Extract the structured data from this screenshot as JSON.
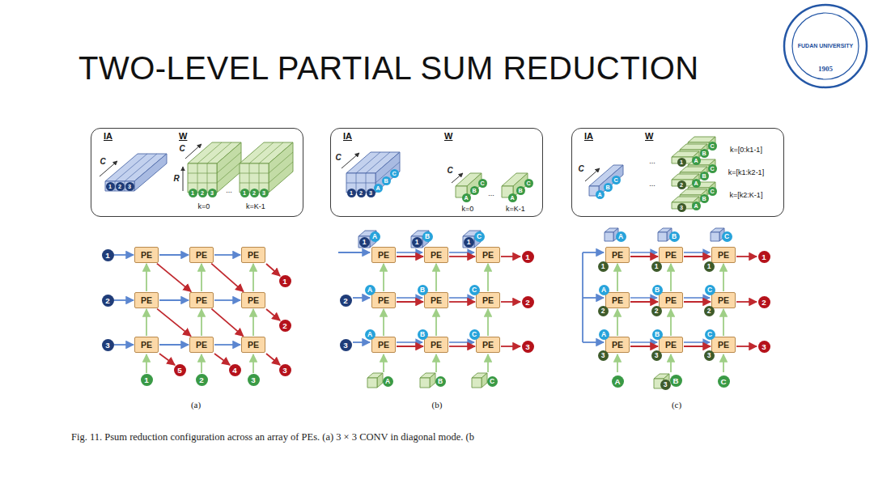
{
  "diagram": {
    "title": "TWO-LEVEL PARTIAL SUM REDUCTION",
    "caption": "Fig. 11. Psum reduction configuration across an array of PEs. (a) 3 × 3 CONV in diagonal mode. (b",
    "nodes": [
      {
        "text": [
          "IA",
          "W"
        ]
      },
      {
        "text": [
          "IA",
          "W"
        ]
      },
      {
        "text": [
          "IA",
          "W"
        ]
      },
      {
        "text": [
          "PE"
        ]
      },
      {
        "text": [
          "PE"
        ]
      },
      {
        "text": [
          "PE"
        ]
      },
      {
        "text": [
          "PE"
        ]
      },
      {
        "text": [
          "PE"
        ]
      },
      {
        "text": [
          "PE"
        ]
      },
      {
        "text": [
          "PE"
        ]
      },
      {
        "text": [
          "PE"
        ]
      },
      {
        "text": [
          "PE"
        ]
      },
      {
        "text": [
          "PE"
        ]
      },
      {
        "text": [
          "PE"
        ]
      },
      {
        "text": [
          "PE"
        ]
      },
      {
        "text": [
          "PE"
        ]
      },
      {
        "text": [
          "PE"
        ]
      },
      {
        "text": [
          "PE"
        ]
      },
      {
        "text": [
          "PE"
        ]
      },
      {
        "text": [
          "PE"
        ]
      },
      {
        "text": [
          "PE"
        ]
      },
      {
        "text": [
          "PE"
        ]
      },
      {
        "text": [
          "PE"
        ]
      },
      {
        "text": [
          "PE"
        ]
      },
      {
        "text": [
          "PE"
        ]
      },
      {
        "text": [
          "PE"
        ]
      },
      {
        "text": [
          "PE"
        ]
      },
      {
        "text": [
          "PE"
        ]
      },
      {
        "text": [
          "PE"
        ]
      },
      {
        "text": [
          "PE"
        ]
      }
    ],
    "edges": [
      {
        "from": 3,
        "to": 4,
        "arrow": "to"
      },
      {
        "from": 4,
        "to": 5,
        "arrow": "to"
      },
      {
        "from": 6,
        "to": 7,
        "arrow": "to"
      },
      {
        "from": 7,
        "to": 8,
        "arrow": "to"
      },
      {
        "from": 9,
        "to": 10,
        "arrow": "to"
      },
      {
        "from": 10,
        "to": 11,
        "arrow": "to"
      },
      {
        "from": 6,
        "to": 3,
        "arrow": "to"
      },
      {
        "from": 7,
        "to": 4,
        "arrow": "to"
      },
      {
        "from": 8,
        "to": 5,
        "arrow": "to"
      },
      {
        "from": 9,
        "to": 6,
        "arrow": "to"
      },
      {
        "from": 10,
        "to": 7,
        "arrow": "to"
      },
      {
        "from": 11,
        "to": 8,
        "arrow": "to"
      },
      {
        "from": 3,
        "to": 7,
        "arrow": "to"
      },
      {
        "from": 7,
        "to": 11,
        "arrow": "to"
      },
      {
        "from": 4,
        "to": 8,
        "arrow": "to"
      },
      {
        "from": 6,
        "to": 10,
        "arrow": "to"
      },
      {
        "from": 12,
        "to": 13,
        "arrow": "to"
      },
      {
        "from": 13,
        "to": 14,
        "arrow": "to"
      },
      {
        "from": 15,
        "to": 16,
        "arrow": "to"
      },
      {
        "from": 16,
        "to": 17,
        "arrow": "to"
      },
      {
        "from": 18,
        "to": 19,
        "arrow": "to"
      },
      {
        "from": 19,
        "to": 20,
        "arrow": "to"
      },
      {
        "from": 15,
        "to": 12,
        "arrow": "to"
      },
      {
        "from": 16,
        "to": 13,
        "arrow": "to"
      },
      {
        "from": 17,
        "to": 14,
        "arrow": "to"
      },
      {
        "from": 18,
        "to": 15,
        "arrow": "to"
      },
      {
        "from": 19,
        "to": 16,
        "arrow": "to"
      },
      {
        "from": 20,
        "to": 17,
        "arrow": "to"
      },
      {
        "from": 21,
        "to": 22,
        "arrow": "to"
      },
      {
        "from": 22,
        "to": 23,
        "arrow": "to"
      },
      {
        "from": 24,
        "to": 25,
        "arrow": "to"
      },
      {
        "from": 25,
        "to": 26,
        "arrow": "to"
      },
      {
        "from": 27,
        "to": 28,
        "arrow": "to"
      },
      {
        "from": 28,
        "to": 29,
        "arrow": "to"
      },
      {
        "from": 24,
        "to": 21,
        "arrow": "to"
      },
      {
        "from": 25,
        "to": 22,
        "arrow": "to"
      },
      {
        "from": 26,
        "to": 23,
        "arrow": "to"
      },
      {
        "from": 27,
        "to": 24,
        "arrow": "to"
      },
      {
        "from": 28,
        "to": 25,
        "arrow": "to"
      },
      {
        "from": 29,
        "to": 26,
        "arrow": "to"
      }
    ],
    "labels": [
      "FUDAN UNIVERSITY",
      "1905",
      "C",
      "1",
      "2",
      "3",
      "C",
      "R",
      "1",
      "2",
      "3",
      "k=0",
      "...",
      "1",
      "2",
      "3",
      "k=K-1",
      "1",
      "2",
      "3",
      "1",
      "2",
      "3",
      "1",
      "2",
      "3",
      "4",
      "5",
      "(a)",
      "C",
      "1",
      "2",
      "3",
      "A",
      "B",
      "C",
      "C",
      "A",
      "B",
      "C",
      "k=0",
      "...",
      "A",
      "B",
      "C",
      "k=K-1",
      "1",
      "A",
      "1",
      "B",
      "1",
      "C",
      "2",
      "A",
      "B",
      "C",
      "3",
      "A",
      "B",
      "C",
      "A",
      "B",
      "C",
      "1",
      "2",
      "3",
      "(b)",
      "C",
      "A",
      "B",
      "C",
      "C",
      "B",
      "A",
      "1",
      "k=[0:k1-1]",
      "C",
      "B",
      "A",
      "2",
      "k=[k1:k2-1]",
      "C",
      "B",
      "A",
      "3",
      "k=[k2:K-1]",
      "...",
      "...",
      "A",
      "B",
      "C",
      "1",
      "1",
      "1",
      "A",
      "B",
      "C",
      "2",
      "2",
      "2",
      "A",
      "B",
      "C",
      "3",
      "3",
      "3",
      "A",
      "3",
      "B",
      "C",
      "1",
      "2",
      "3",
      "(c)"
    ]
  }
}
